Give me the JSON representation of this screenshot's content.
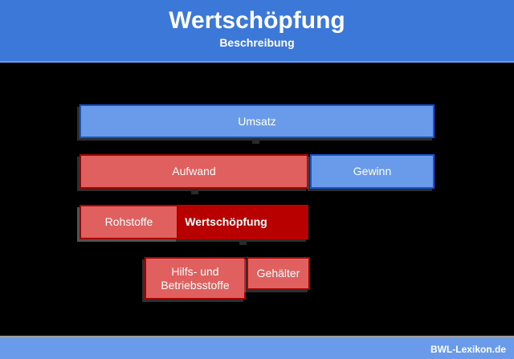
{
  "header": {
    "title": "Wertschöpfung",
    "subtitle": "Beschreibung",
    "background_color": "#3b78d8"
  },
  "diagram": {
    "type": "stacked-block-breakdown",
    "background_color": "#000000",
    "levels": [
      {
        "level": 1,
        "blocks": [
          {
            "id": "umsatz",
            "label": "Umsatz",
            "fill": "#6a9bea",
            "border": "#1155cc",
            "style": "blue",
            "bold": false
          }
        ]
      },
      {
        "level": 2,
        "blocks": [
          {
            "id": "aufwand",
            "label": "Aufwand",
            "fill": "#e06060",
            "border": "#a80000",
            "style": "red-light",
            "bold": false
          },
          {
            "id": "gewinn",
            "label": "Gewinn",
            "fill": "#6a9bea",
            "border": "#1155cc",
            "style": "blue",
            "bold": false
          }
        ]
      },
      {
        "level": 3,
        "blocks": [
          {
            "id": "wertschoepfung",
            "label": "Wertschöpfung",
            "fill": "#b90000",
            "border": "#b90000",
            "style": "red-dark",
            "bold": true
          },
          {
            "id": "rohstoffe",
            "label": "Rohstoffe",
            "fill": "#e06060",
            "border": "#a80000",
            "style": "red-light",
            "bold": false
          }
        ]
      },
      {
        "level": 4,
        "blocks": [
          {
            "id": "hilfs-und-betriebsstoffe",
            "label": "Hilfs- und Betriebsstoffe",
            "fill": "#e06060",
            "border": "#a80000",
            "style": "red-light",
            "bold": false
          },
          {
            "id": "gehaelter",
            "label": "Gehälter",
            "fill": "#e06060",
            "border": "#a80000",
            "style": "red-light",
            "bold": false
          }
        ]
      }
    ],
    "labels": {
      "umsatz": "Umsatz",
      "aufwand": "Aufwand",
      "gewinn": "Gewinn",
      "wertschoepfung": "Wertschöpfung",
      "rohstoffe": "Rohstoffe",
      "hilfs_und_betriebsstoffe": "Hilfs- und Betriebsstoffe",
      "gehaelter": "Gehälter"
    }
  },
  "footer": {
    "label": "BWL-Lexikon.de",
    "background_color": "#6a9bea"
  }
}
